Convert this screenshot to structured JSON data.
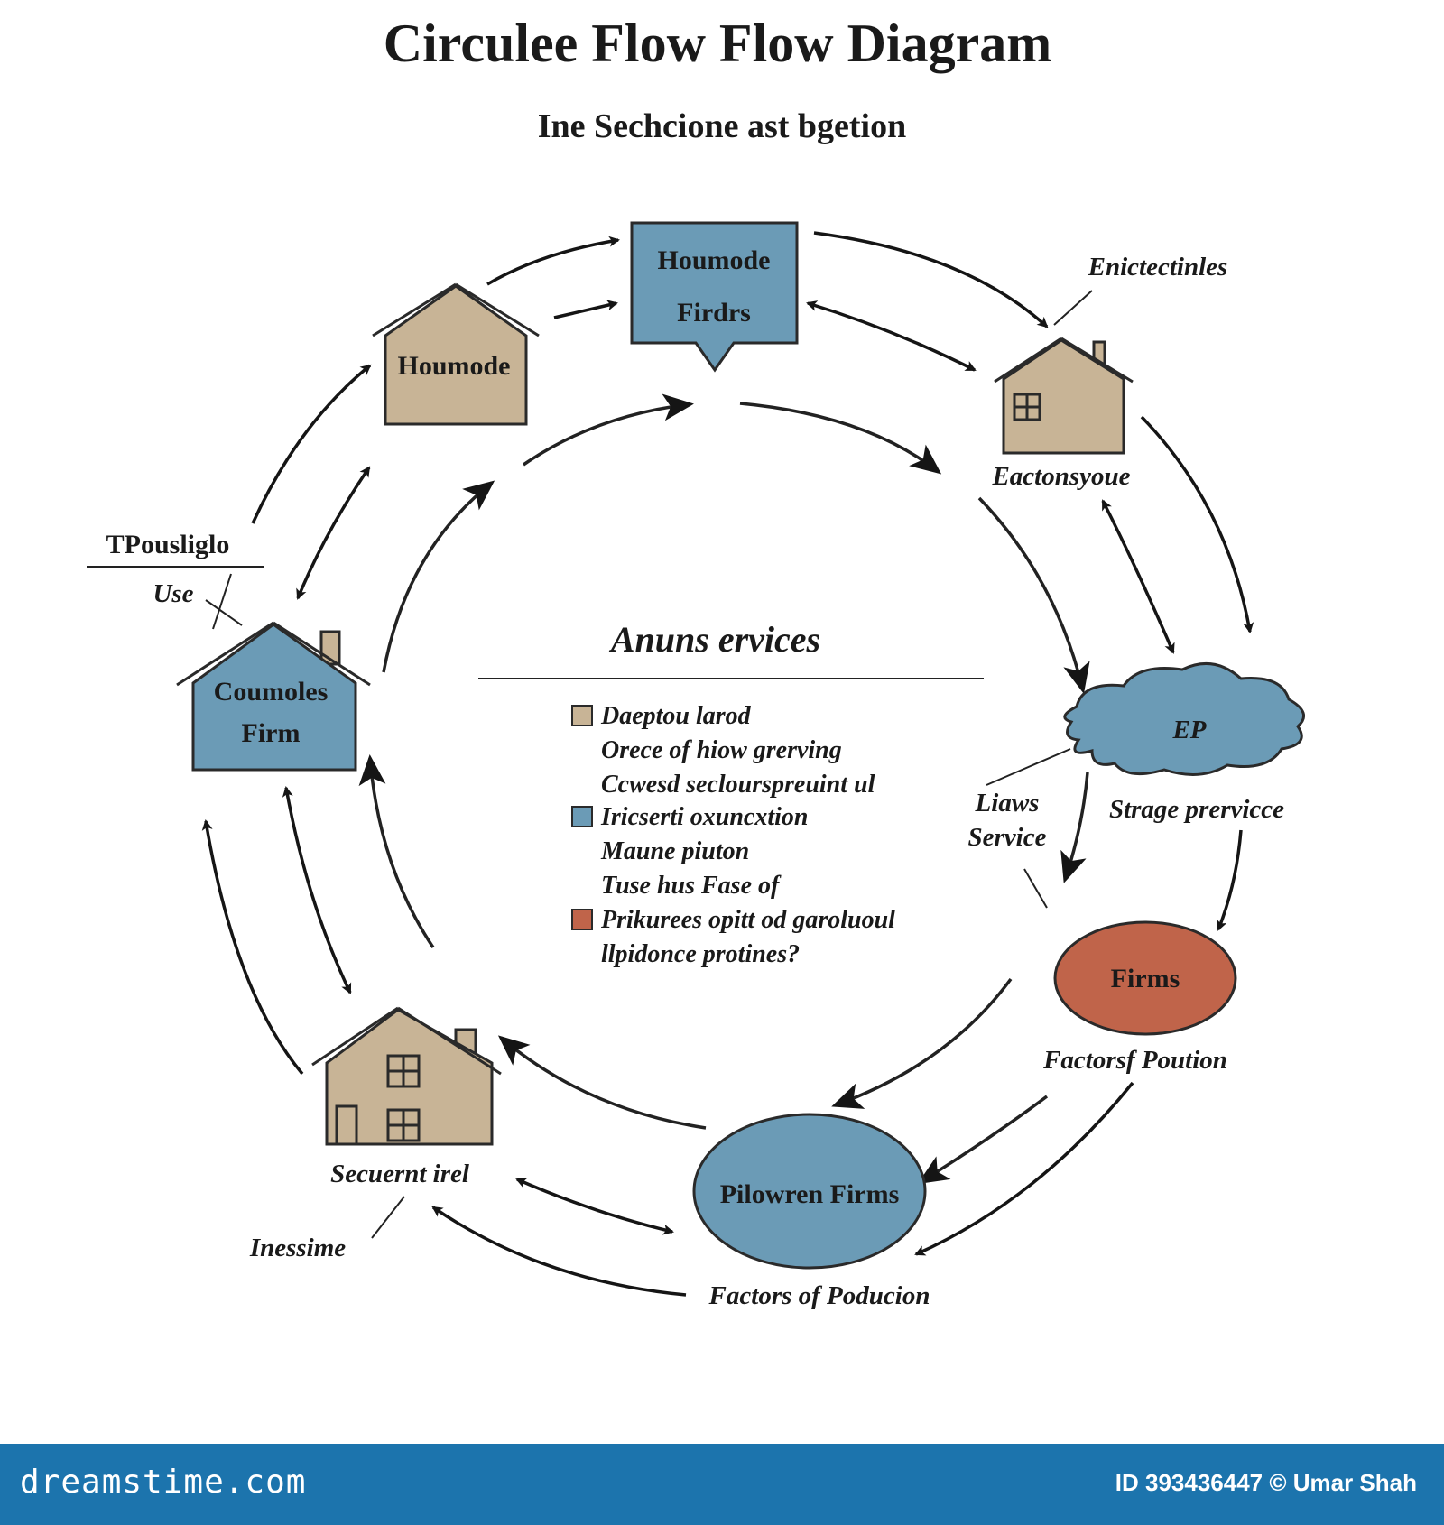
{
  "header": {
    "title": "Circulee Flow Flow Diagram",
    "subtitle": "Ine Sechcione ast bgetion"
  },
  "nodes": {
    "top_box": {
      "line1": "Houmode",
      "line2": "Firdrs"
    },
    "house_upper_left": {
      "label": "Houmode"
    },
    "house_upper_right": {
      "caption": "Eactonsyoue",
      "annotation": "Enictectinles"
    },
    "house_left": {
      "line1": "Coumoles",
      "line2": "Firm"
    },
    "house_lower_left": {
      "caption": "Secuernt irel",
      "annotation": "Inessime"
    },
    "cloud_right": {
      "label": "EP",
      "caption_right": "Strage prervicce",
      "caption_left_1": "Liaws",
      "caption_left_2": "Service"
    },
    "ellipse_right": {
      "label": "Firms",
      "caption": "Factorsf Poution"
    },
    "ellipse_bottom": {
      "label": "Pilowren Firms",
      "caption": "Factors of Poducion"
    }
  },
  "side_labels": {
    "left_heading": "TPousliglo",
    "left_sub": "Use"
  },
  "center_legend": {
    "title": "Anuns ervices",
    "items": [
      {
        "color": "#c8b496",
        "lines": [
          "Daeptou larod",
          "Orece of hiow grerving",
          "Ccwesd seclourspreuint ul"
        ]
      },
      {
        "color": "#6b9bb6",
        "lines": [
          "Iricserti oxuncxtion",
          "Maune piuton",
          "Tuse hus Fase of"
        ]
      },
      {
        "color": "#c0644a",
        "lines": [
          "Prikurees opitt od garoluoul",
          "llpidonce protines?"
        ]
      }
    ]
  },
  "colors": {
    "tan": "#c8b496",
    "blue": "#6b9bb6",
    "rust": "#c0644a",
    "footer": "#1c74ad"
  },
  "footer": {
    "logo": "dreamstime.com",
    "credit": "ID 393436447 © Umar Shah"
  }
}
